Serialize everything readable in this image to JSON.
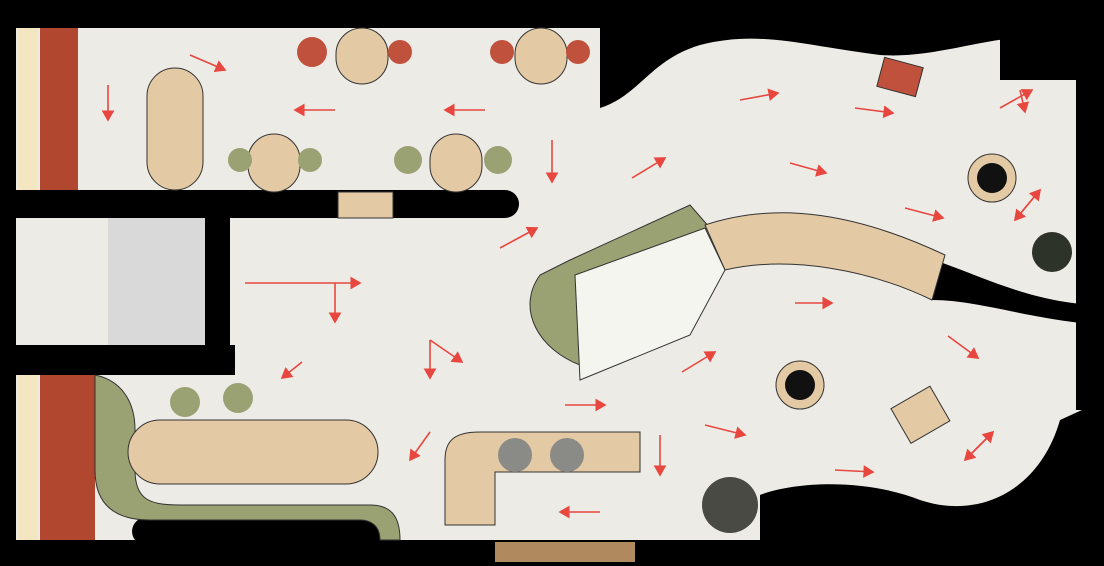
{
  "plan": {
    "colors": {
      "wall": "#000000",
      "floor": "#edebe6",
      "wood": "#e3c9a4",
      "upholstery_green": "#9aa274",
      "terracotta": "#b2472f",
      "chair_red": "#c0513d",
      "flow_arrow": "#e8473f",
      "corridor_gray": "#d9d9d9"
    },
    "icons": [
      "flow-arrow",
      "plant",
      "chair",
      "table",
      "book-display",
      "sofa",
      "round-planter"
    ]
  }
}
